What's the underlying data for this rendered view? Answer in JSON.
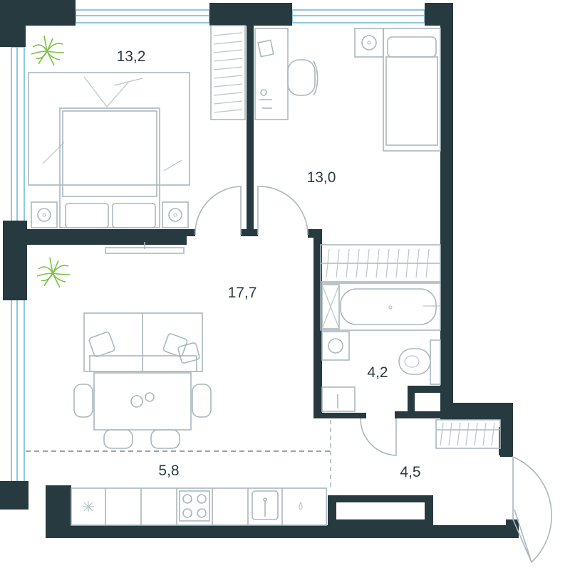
{
  "rooms": [
    {
      "id": "bedroom-1",
      "area": "13,2"
    },
    {
      "id": "bedroom-2",
      "area": "13,0"
    },
    {
      "id": "living-room",
      "area": "17,7"
    },
    {
      "id": "bathroom",
      "area": "4,2"
    },
    {
      "id": "hallway",
      "area": "4,5"
    },
    {
      "id": "kitchen",
      "area": "5,8"
    }
  ],
  "colors": {
    "wall": "#263a40",
    "furniture_line": "#a9b8bd",
    "window": "#8fc7e6",
    "plant": "#7cc242",
    "label": "#2a3b42"
  },
  "icons": [
    "plant-icon",
    "bed-icon",
    "sofa-icon",
    "dining-table-icon",
    "bathtub-icon",
    "toilet-icon",
    "washing-machine-icon",
    "sink-icon",
    "stove-icon",
    "wardrobe-icon"
  ]
}
